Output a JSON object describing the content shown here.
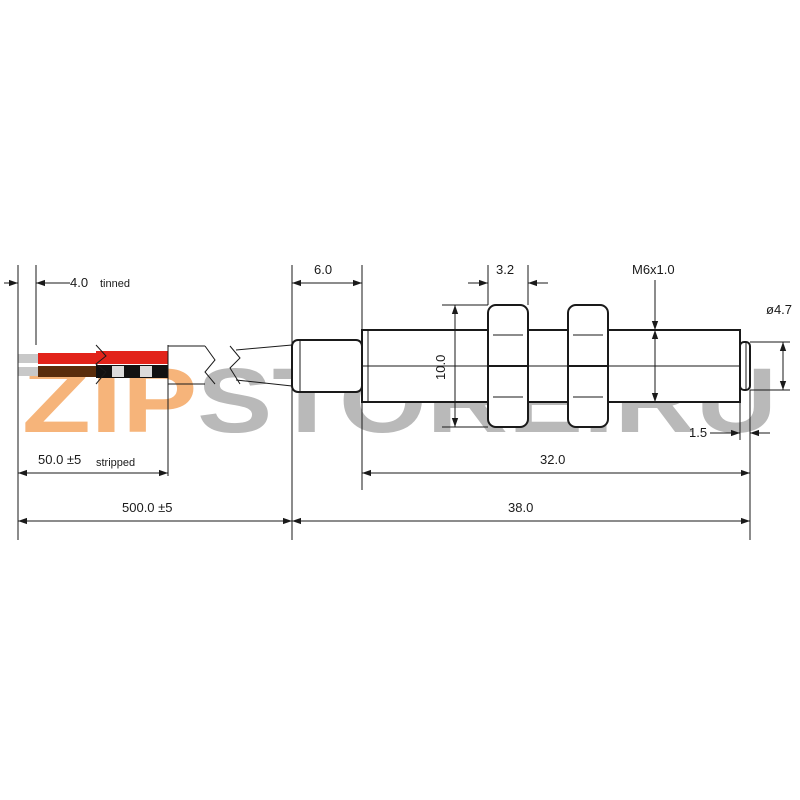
{
  "watermark": {
    "prefix": "ZIP",
    "suffix": "STORE.RU",
    "prefix_color": "#f6b47a",
    "suffix_color": "#b9b9b9"
  },
  "dimensions": {
    "tinned": {
      "value": "4.0",
      "note": "tinned"
    },
    "stripped": {
      "value": "50.0 ±5",
      "note": "stripped"
    },
    "cable_length": "500.0 ±5",
    "nose_length": "6.0",
    "nut_thickness": "3.2",
    "thread": "M6x1.0",
    "nose_diameter": "ø4.7",
    "nut_height": "10.0",
    "thread_length": "32.0",
    "end_length": "1.5",
    "total_length": "38.0"
  },
  "wire_colors": {
    "red": "#e2231a",
    "black": "#111111",
    "brown": "#5a2d0c",
    "tin": "#c8c8c8"
  }
}
